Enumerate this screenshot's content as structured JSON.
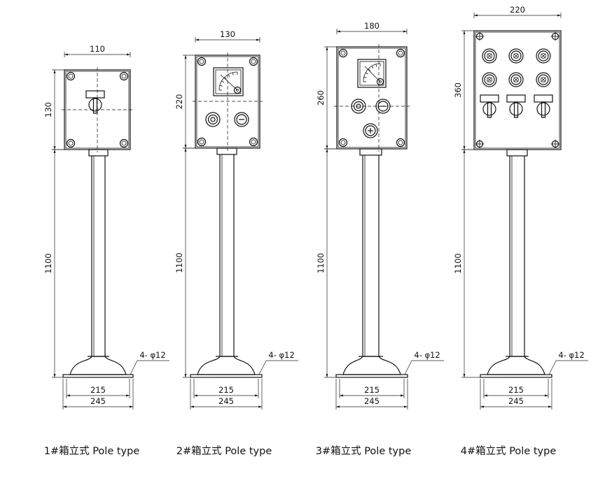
{
  "figures": [
    {
      "caption": "1#箱立式 Pole type",
      "box_width": "110",
      "box_height": "130",
      "pole_height": "1100",
      "base_inner": "215",
      "base_outer": "245",
      "holes": "4- φ12"
    },
    {
      "caption": "2#箱立式 Pole type",
      "box_width": "130",
      "box_height": "220",
      "pole_height": "1100",
      "base_inner": "215",
      "base_outer": "245",
      "holes": "4- φ12"
    },
    {
      "caption": "3#箱立式 Pole type",
      "box_width": "180",
      "box_height": "260",
      "pole_height": "1100",
      "base_inner": "215",
      "base_outer": "245",
      "holes": "4- φ12"
    },
    {
      "caption": "4#箱立式 Pole type",
      "box_width": "220",
      "box_height": "360",
      "pole_height": "1100",
      "base_inner": "215",
      "base_outer": "245",
      "holes": "4- φ12"
    }
  ]
}
